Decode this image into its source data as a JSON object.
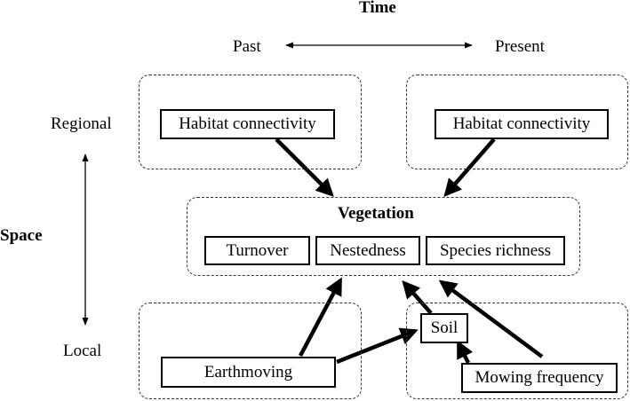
{
  "diagram": {
    "title": "Time",
    "time_axis": {
      "start": "Past",
      "end": "Present"
    },
    "space_axis": {
      "label": "Space",
      "top": "Regional",
      "bottom": "Local"
    },
    "vegetation": {
      "title": "Vegetation",
      "metrics": [
        "Turnover",
        "Nestedness",
        "Species richness"
      ]
    },
    "nodes": {
      "habitat_past": "Habitat connectivity",
      "habitat_present": "Habitat connectivity",
      "earthmoving": "Earthmoving",
      "soil": "Soil",
      "mowing": "Mowing frequency"
    },
    "edges": [
      {
        "from": "habitat_past",
        "to": "vegetation"
      },
      {
        "from": "habitat_present",
        "to": "vegetation"
      },
      {
        "from": "earthmoving",
        "to": "nestedness"
      },
      {
        "from": "earthmoving",
        "to": "soil"
      },
      {
        "from": "soil",
        "to": "nestedness"
      },
      {
        "from": "mowing",
        "to": "soil"
      },
      {
        "from": "mowing",
        "to": "species_richness"
      }
    ]
  }
}
